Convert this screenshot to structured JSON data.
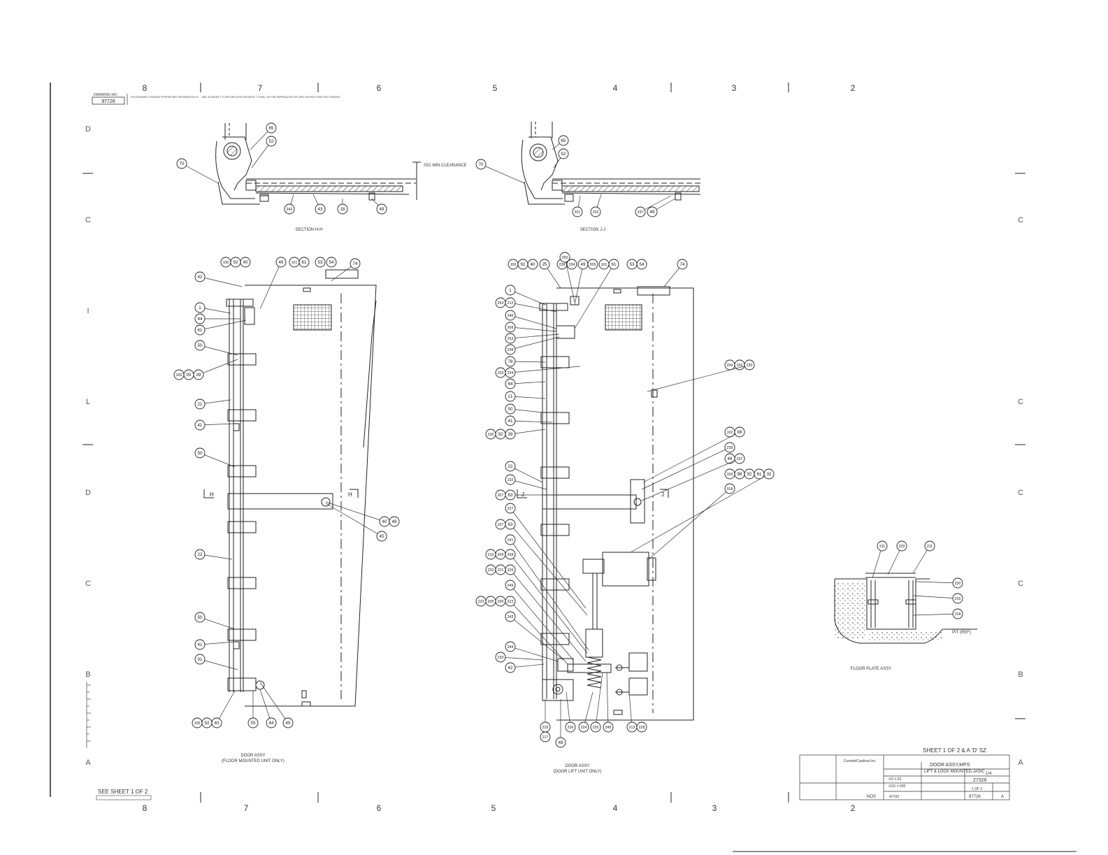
{
  "border": {
    "top_zones": [
      "8",
      "7",
      "6",
      "5",
      "4",
      "3",
      "2"
    ],
    "bottom_zones": [
      "8",
      "7",
      "6",
      "5",
      "4",
      "3",
      "2"
    ],
    "left_zones": [
      "D",
      "C",
      "I",
      "L",
      "D",
      "C",
      "B",
      "A"
    ],
    "right_zones": [
      "C",
      "C",
      "C",
      "C",
      "B",
      "A"
    ]
  },
  "drawing_number_stamp": {
    "label": "DRAWING NO.",
    "number": "97726"
  },
  "proprietary_note": "THIS DRAWING CONTAINS PROPRIETARY INFORMATION OF ... AND IS SUBJECT TO RETURN UPON REQUEST. IT SHALL NOT BE REPRODUCED OR USED WITHOUT WRITTEN CONSENT.",
  "views": {
    "section_h": {
      "caption": "SECTION H-H",
      "clearance_note": ".031 MIN CLEARANCE",
      "callouts": [
        "65",
        "52",
        "70",
        "242",
        "43",
        "18",
        "49"
      ]
    },
    "section_j": {
      "caption": "SECTION J-J",
      "callouts": [
        "65",
        "52",
        "70",
        "251",
        "232",
        "237",
        "49"
      ]
    },
    "door_floor": {
      "caption_line1": "DOOR ASSY",
      "caption_line2": "(FLOOR MOUNTED UNIT ONLY)",
      "section_marker": "H",
      "callouts": [
        "100",
        "92",
        "40",
        "49",
        "101",
        "61",
        "53",
        "54",
        "74",
        "42",
        "1",
        "44",
        "61",
        "50",
        "100",
        "93",
        "39",
        "21",
        "41",
        "50",
        "22",
        "50",
        "41",
        "91",
        "100",
        "92",
        "40",
        "55",
        "44",
        "49",
        "40",
        "48",
        "45"
      ]
    },
    "door_lift": {
      "caption_line1": "DOOR ASSY",
      "caption_line2": "(DOOR LIFT UNIT ONLY)",
      "section_marker": "J",
      "callouts": [
        "100",
        "92",
        "40",
        "25",
        "238",
        "234",
        "250",
        "49",
        "205",
        "101",
        "61",
        "53",
        "54",
        "74",
        "1",
        "253",
        "212",
        "246",
        "208",
        "252",
        "238",
        "78",
        "233",
        "234",
        "64",
        "21",
        "50",
        "41",
        "100",
        "92",
        "39",
        "22",
        "232",
        "207",
        "63",
        "227",
        "207",
        "63",
        "241",
        "210",
        "209",
        "208",
        "220",
        "221",
        "226",
        "249",
        "223",
        "205",
        "200",
        "222",
        "243",
        "244",
        "233",
        "42",
        "216",
        "217",
        "48",
        "236",
        "224",
        "235",
        "245",
        "213",
        "228",
        "204",
        "206",
        "230",
        "102",
        "98",
        "239",
        "48",
        "237",
        "100",
        "98",
        "92",
        "61",
        "32",
        "018"
      ]
    },
    "floor_plate": {
      "caption": "FLOOR PLATE ASSY",
      "pit_note": "PIT (REF)",
      "callouts": [
        "211",
        "229",
        "211",
        "230",
        "216",
        "218"
      ]
    }
  },
  "see_sheet_note": "SEE SHEET 1 OF 2",
  "title_block": {
    "sheet_line": "SHEET 1 OF 2 & A 'D' SZ",
    "title_line1": "DOOR ASSY,MPS",
    "title_line2": "LIFT & LOCK MOUNTED,JASIC",
    "company": "Coretek/Cardinal Inc.",
    "scale": "1/4",
    "part_number": "27326",
    "drawing_number": "97726",
    "sheet_no": "1 OF 2",
    "rev": "A",
    "date": "4/7/93",
    "drawn": "NOS",
    "tolerances": [
      ".XX  ±.03",
      ".XXX ±.005"
    ]
  }
}
